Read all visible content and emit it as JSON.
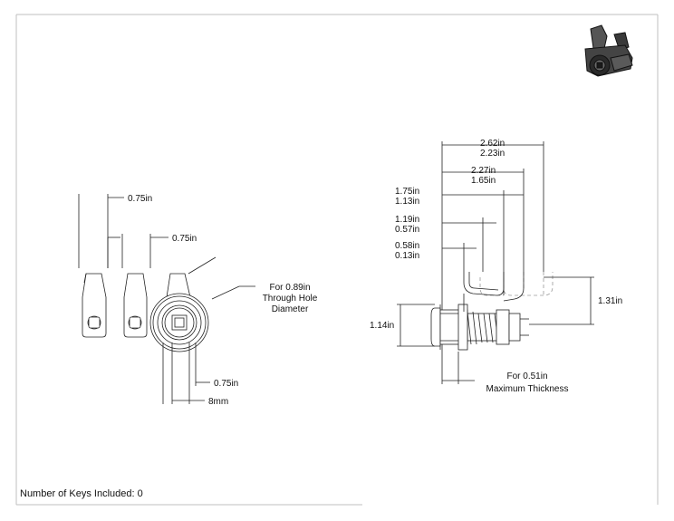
{
  "front_view": {
    "cam_offset_1": "0.75in",
    "cam_offset_2": "0.75in",
    "through_hole_line1": "For 0.89in",
    "through_hole_line2": "Through Hole",
    "through_hole_line3": "Diameter",
    "bottom_offset": "0.75in",
    "bottom_width": "8mm"
  },
  "side_view": {
    "overall_max": "2.62in",
    "overall_min": "2.23in",
    "length_max": "2.27in",
    "length_min": "1.65in",
    "reach1_max": "1.75in",
    "reach1_min": "1.13in",
    "reach2_max": "1.19in",
    "reach2_min": "0.57in",
    "reach3_max": "0.58in",
    "reach3_min": "0.13in",
    "cam_height": "1.31in",
    "head_diameter": "1.14in",
    "thickness_line1": "For 0.51in",
    "thickness_line2": "Maximum Thickness"
  },
  "footer": {
    "keys_label": "Number of Keys Included: 0"
  },
  "colors": {
    "line": "#222222",
    "hidden_line": "#9a9a9a",
    "thumbnail": "#333333"
  }
}
